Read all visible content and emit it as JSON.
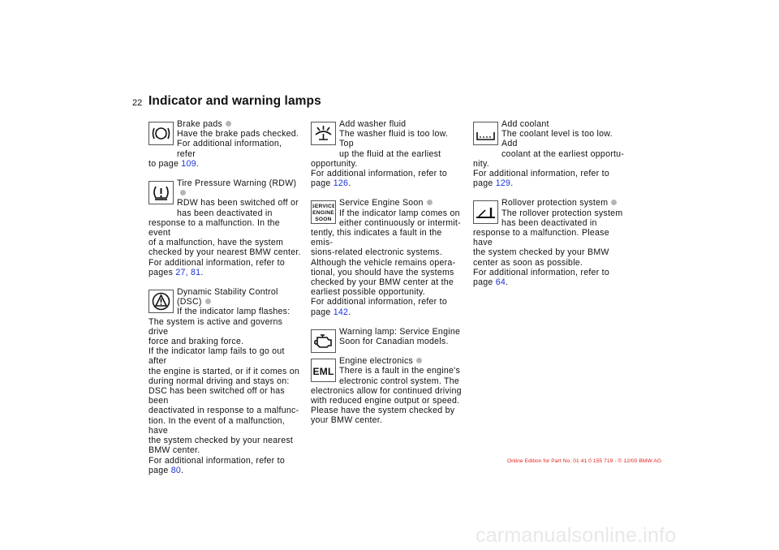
{
  "page_number": "22",
  "title": "Indicator and warning lamps",
  "columns": [
    [
      {
        "icon": "brake-pads-icon",
        "head": [
          "Brake pads",
          "Have the brake pads checked.",
          "For additional information, refer"
        ],
        "dot": true,
        "rest": [
          "to page "
        ],
        "link": "109",
        "tail": "."
      },
      {
        "icon": "tire-pressure-icon",
        "head": [
          "Tire Pressure Warning (RDW)",
          "RDW has been switched off or",
          "has been deactivated in"
        ],
        "dot": true,
        "rest": [
          "response to a malfunction. In the event",
          "of a malfunction, have the system",
          "checked by your nearest BMW center.",
          "For additional information, refer to",
          "pages "
        ],
        "link": "27, 81",
        "tail": "."
      },
      {
        "icon": "dsc-icon",
        "head": [
          "Dynamic Stability Control",
          "(DSC)",
          "If the indicator lamp flashes:"
        ],
        "dot": true,
        "dot_line": 1,
        "rest": [
          "The system is active and governs drive",
          "force and braking force.",
          "If the indicator lamp fails to go out after",
          "the engine is started, or if it comes on",
          "during normal driving and stays on:",
          "DSC has been switched off or has been",
          "deactivated in response to a malfunc-",
          "tion. In the event of a malfunction, have",
          "the system checked by your nearest",
          "BMW center.",
          "For additional information, refer to",
          "page "
        ],
        "link": "80",
        "tail": "."
      }
    ],
    [
      {
        "icon": "washer-fluid-icon",
        "head": [
          "Add washer fluid",
          "The washer fluid is too low. Top",
          "up the fluid at the earliest"
        ],
        "dot": false,
        "rest": [
          "opportunity.",
          "For additional information, refer to",
          "page "
        ],
        "link": "126",
        "tail": "."
      },
      {
        "icon": "service-engine-soon-icon",
        "head": [
          "Service Engine Soon",
          "If the indicator lamp comes on",
          "either continuously or intermit-"
        ],
        "dot": true,
        "rest": [
          "tently, this indicates a fault in the emis-",
          "sions-related electronic systems.",
          "Although the vehicle remains opera-",
          "tional, you should have the systems",
          "checked by your BMW center at the",
          "earliest possible opportunity.",
          "For additional information, refer to",
          "page "
        ],
        "link": "142",
        "tail": "."
      },
      {
        "icon": "engine-icon",
        "head": [
          "Warning lamp: Service Engine",
          "Soon for Canadian models."
        ],
        "dot": false,
        "rest": [],
        "link": "",
        "tail": ""
      },
      {
        "icon": "eml-icon",
        "head": [
          "Engine electronics",
          "There is a fault in the engine's",
          "electronic control system. The"
        ],
        "dot": true,
        "rest": [
          "electronics allow for continued driving",
          "with reduced engine output or speed.",
          "Please have the system checked by",
          "your BMW center."
        ],
        "link": "",
        "tail": ""
      }
    ],
    [
      {
        "icon": "coolant-icon",
        "head": [
          "Add coolant",
          "The coolant level is too low. Add",
          "coolant at the earliest opportu-"
        ],
        "dot": false,
        "rest": [
          "nity.",
          "For additional information, refer to",
          "page "
        ],
        "link": "129",
        "tail": "."
      },
      {
        "icon": "rollover-icon",
        "head": [
          "Rollover protection system",
          "The rollover protection system",
          "has been deactivated in"
        ],
        "dot": true,
        "rest": [
          "response to a malfunction. Please have",
          "the system checked by your BMW",
          "center as soon as possible.",
          "For additional information, refer to",
          "page "
        ],
        "link": "64",
        "tail": "."
      }
    ]
  ],
  "icon_labels": {
    "service_engine_soon": [
      "SERVICE",
      "ENGINE",
      "SOON"
    ],
    "eml": "EML"
  },
  "footer": "Online Edition for Part No. 01 41 0 155 719 - © 12/00 BMW AG",
  "watermark": "carmanualsonline.info",
  "colors": {
    "link": "#1a2fd6",
    "footer": "#e0201a",
    "dot": "#b5b5b5",
    "watermark": "#e8e8e8"
  }
}
